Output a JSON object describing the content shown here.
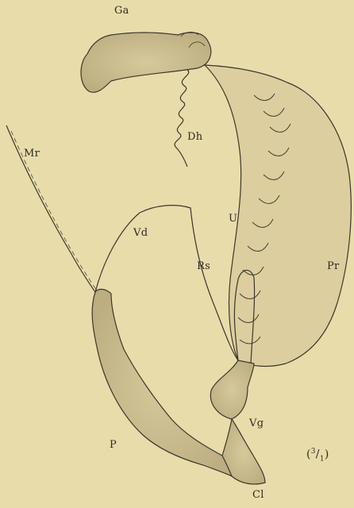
{
  "figure": {
    "colors": {
      "background": "#e9dcab",
      "organ_fill": "#c9bb8e",
      "line": "#3a372c"
    },
    "labels": {
      "Ga": "Ga",
      "Dh": "Dh",
      "Mr": "Mr",
      "U": "U",
      "Vd": "Vd",
      "Rs": "Rs",
      "Pr": "Pr",
      "P": "P",
      "Vg": "Vg",
      "Cl": "Cl",
      "scale_base": "(",
      "scale_sup": "3",
      "scale_sub": "1",
      "scale_end": ")"
    }
  }
}
